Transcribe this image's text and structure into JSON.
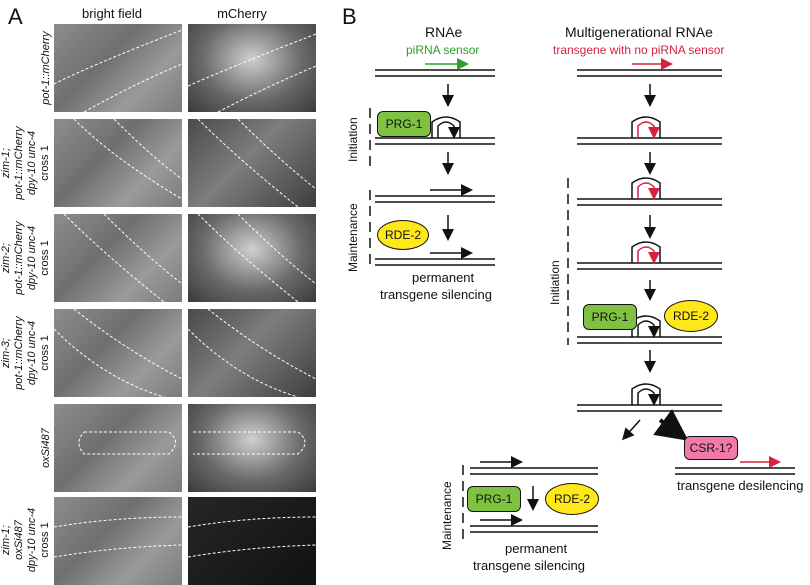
{
  "panel_a": {
    "letter": "A",
    "col_bright": "bright field",
    "col_mcherry": "mCherry",
    "rows": [
      {
        "l1": "pot-1::mCherry",
        "l2": "",
        "l3": "",
        "l4": ""
      },
      {
        "l1": "zim-1;",
        "l2": "pot-1::mCherry",
        "l3": "dpy-10 unc-4",
        "l4": "cross 1"
      },
      {
        "l1": "zim-2;",
        "l2": "pot-1::mCherry",
        "l3": "dpy-10 unc-4",
        "l4": "cross 1"
      },
      {
        "l1": "zim-3;",
        "l2": "pot-1::mCherry",
        "l3": "dpy-10 unc-4",
        "l4": "cross 1"
      },
      {
        "l1": "oxSi487",
        "l2": "",
        "l3": "",
        "l4": ""
      },
      {
        "l1": "zim-1;",
        "l2": "oxSi487",
        "l3": "dpy-10 unc-4",
        "l4": "cross 1"
      }
    ]
  },
  "panel_b": {
    "letter": "B",
    "left": {
      "title": "RNAe",
      "subtitle": "piRNA sensor",
      "initiation": "Initiation",
      "maintenance": "Maintenance",
      "prg1": "PRG-1",
      "rde2": "RDE-2",
      "outcome1": "permanent",
      "outcome2": "transgene silencing"
    },
    "right": {
      "title": "Multigenerational RNAe",
      "subtitle": "transgene with no piRNA sensor",
      "initiation": "Initiation",
      "prg1": "PRG-1",
      "rde2": "RDE-2",
      "csr1": "CSR-1?",
      "desilencing": "transgene desilencing",
      "maintenance": "Maintenance",
      "prg1_b": "PRG-1",
      "rde2_b": "RDE-2",
      "outcome1": "permanent",
      "outcome2": "transgene silencing"
    },
    "colors": {
      "green_text": "#2ca02c",
      "red_text": "#d6213f",
      "prg_fill": "#7fc241",
      "rde_fill": "#ffe81a",
      "csr_fill": "#f07aa8"
    }
  }
}
